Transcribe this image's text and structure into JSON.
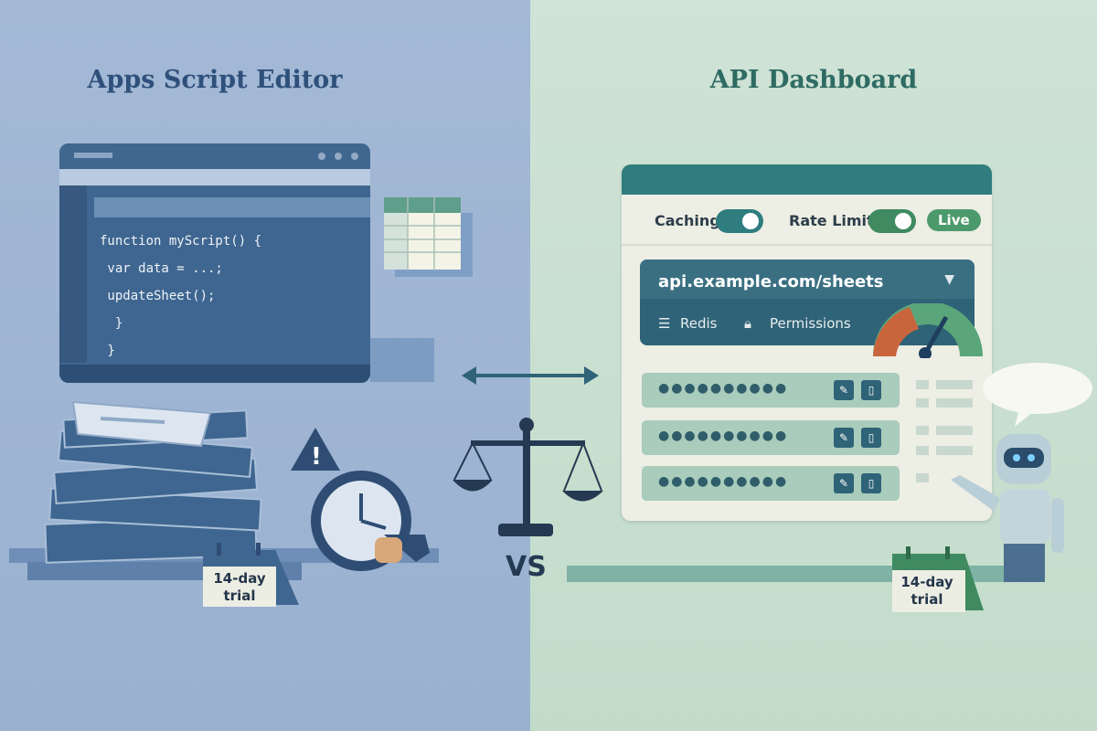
{
  "left_panel": {
    "title": "Apps Script Editor",
    "code_lines": [
      "function myScript() {",
      " var data = ...;",
      " updateSheet();",
      "  }",
      " }"
    ],
    "calendar": {
      "line1": "14-day",
      "line2": "trial"
    }
  },
  "center": {
    "vs_label": "VS"
  },
  "right_panel": {
    "title": "API Dashboard",
    "caching_label": "Caching",
    "caching_on": true,
    "rate_limit_label": "Rate Limit",
    "rate_limit_on": true,
    "live_badge": "Live",
    "endpoint": "api.example.com/sheets",
    "redis_label": "Redis",
    "permissions_label": "Permissions",
    "rows": [
      {
        "masked": "●●●●●●●●●●"
      },
      {
        "masked": "●●●●●●●●●●"
      },
      {
        "masked": "●●●●●●●●●●"
      }
    ],
    "calendar": {
      "line1": "14-day",
      "line2": "trial"
    }
  },
  "colors": {
    "left_bg": "#a3b9d6",
    "right_bg": "#c9e0d0",
    "teal": "#2f7d7f",
    "green": "#4c9a6c",
    "navy": "#2f507a"
  },
  "icons": [
    "database-icon",
    "lock-icon",
    "edit-icon",
    "trash-icon",
    "scale-icon",
    "clock-icon",
    "warning-icon",
    "wrench-icon",
    "robot-icon",
    "speech-bubble-icon",
    "gauge-icon",
    "calendar-icon",
    "double-arrow-icon"
  ]
}
